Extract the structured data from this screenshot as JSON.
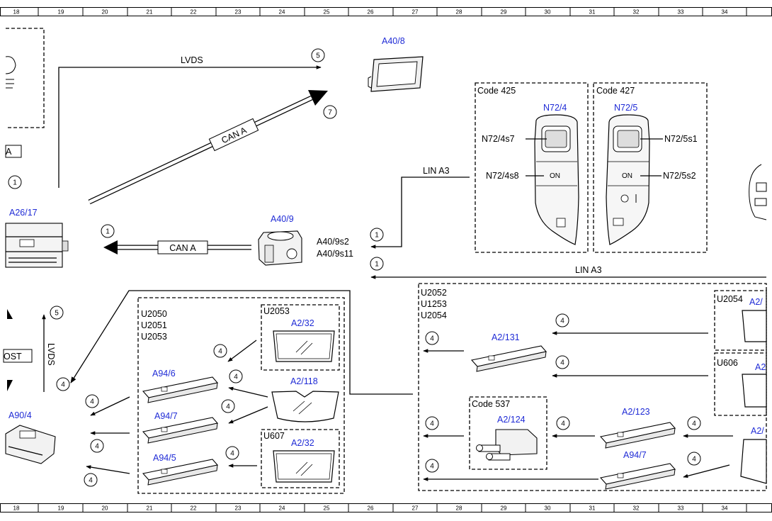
{
  "ruler": {
    "numbers": [
      "18",
      "19",
      "20",
      "21",
      "22",
      "23",
      "24",
      "25",
      "26",
      "27",
      "28",
      "29",
      "30",
      "31",
      "32",
      "33",
      "34"
    ]
  },
  "signals": {
    "lvds_top": "LVDS",
    "lvds_left": "LVDS",
    "can_a_diag": "CAN A",
    "can_a_horiz": "CAN A",
    "lin_a3_top": "LIN A3",
    "lin_a3_bottom": "LIN A3"
  },
  "components": {
    "a40_8": "A40/8",
    "a40_9": "A40/9",
    "a40_9s2": "A40/9s2",
    "a40_9s11": "A40/9s11",
    "a26_17": "A26/17",
    "a90_4": "A90/4",
    "a94_6": "A94/6",
    "a94_7_left": "A94/7",
    "a94_5": "A94/5",
    "a2_32_top": "A2/32",
    "a2_118": "A2/118",
    "a2_32_bottom": "A2/32",
    "a2_131": "A2/131",
    "a2_124": "A2/124",
    "a2_123": "A2/123",
    "a94_7_right": "A94/7",
    "a2_edge_1": "A2/",
    "a2_edge_2": "A2",
    "a2_edge_3": "A2/",
    "n72_4": "N72/4",
    "n72_5": "N72/5",
    "n72_4s7": "N72/4s7",
    "n72_4s8": "N72/4s8",
    "n72_5s1": "N72/5s1",
    "n72_5s2": "N72/5s2",
    "on_left": "ON",
    "on_right": "ON",
    "left_fragment_a": "A",
    "ost_fragment": "OST"
  },
  "groups": {
    "code425": "Code 425",
    "code427": "Code 427",
    "code537": "Code 537",
    "u2050": "U2050",
    "u2051": "U2051",
    "u2053_list": "U2053",
    "u2053_box": "U2053",
    "u607": "U607",
    "u2052": "U2052",
    "u1253": "U1253",
    "u2054_list": "U2054",
    "u2054_box": "U2054",
    "u606": "U606"
  },
  "refs": {
    "r5_top": "5",
    "r7": "7",
    "r1_left": "1",
    "r1_mid": "1",
    "r1_lin_top": "1",
    "r1_lin_bottom": "1",
    "r5_left": "5",
    "r4_a90": "4",
    "r4_l1": "4",
    "r4_l2": "4",
    "r4_l3": "4",
    "r4_c1": "4",
    "r4_c2": "4",
    "r4_c3": "4",
    "r4_c4": "4",
    "r4_r1": "4",
    "r4_r2": "4",
    "r4_r3": "4",
    "r4_r4": "4",
    "r4_r5": "4",
    "r4_r6": "4",
    "r4_r7": "4",
    "r4_r8": "4"
  }
}
